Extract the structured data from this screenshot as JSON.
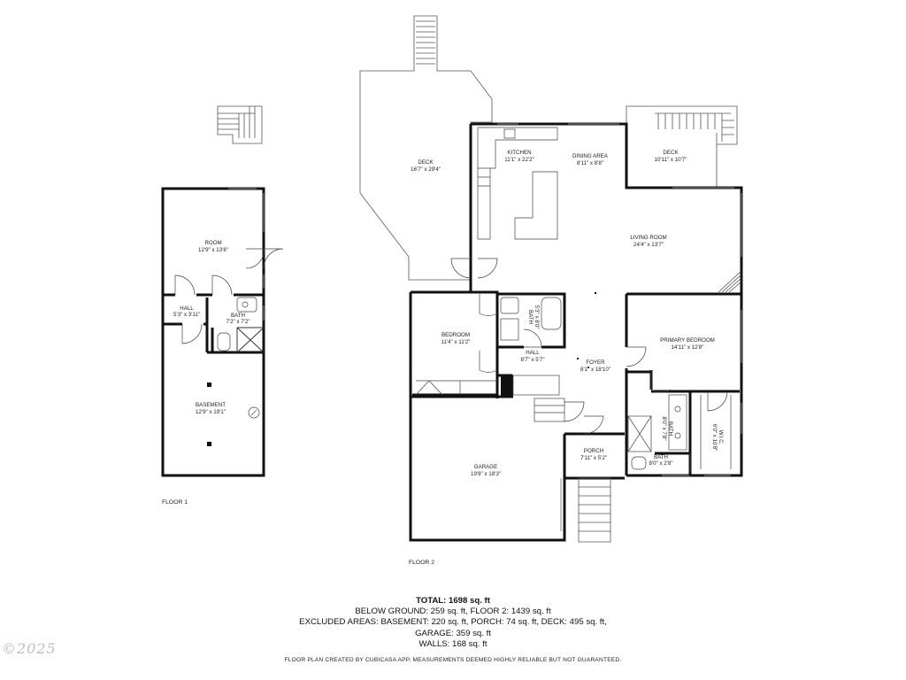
{
  "floors": [
    {
      "label": "FLOOR 1",
      "rooms": [
        {
          "name": "ROOM",
          "dims": "12'9\" x 13'6\""
        },
        {
          "name": "HALL",
          "dims": "5'3\" x 3'11\""
        },
        {
          "name": "BATH",
          "dims": "7'2\" x 7'2\""
        },
        {
          "name": "BASEMENT",
          "dims": "12'9\" x 19'1\""
        }
      ]
    },
    {
      "label": "FLOOR 2",
      "rooms": [
        {
          "name": "DECK",
          "dims": "16'7\" x 29'4\""
        },
        {
          "name": "KITCHEN",
          "dims": "11'1\" x 22'2\""
        },
        {
          "name": "DINING AREA",
          "dims": "8'11\" x 8'8\""
        },
        {
          "name": "DECK",
          "dims": "10'11\" x 10'7\""
        },
        {
          "name": "LIVING ROOM",
          "dims": "24'4\" x 13'7\""
        },
        {
          "name": "BEDROOM",
          "dims": "11'4\" x 11'2\""
        },
        {
          "name": "BATH",
          "dims": "5'3\" x 8'0\""
        },
        {
          "name": "HALL",
          "dims": "8'7\" x 5'7\""
        },
        {
          "name": "FOYER",
          "dims": "8'1\" x 18'10\""
        },
        {
          "name": "PRIMARY BEDROOM",
          "dims": "14'11\" x 12'8\""
        },
        {
          "name": "BATH",
          "dims": "8'0\" x 7'8\""
        },
        {
          "name": "W.I.C.",
          "dims": "6'0\" x 10'8\""
        },
        {
          "name": "BATH",
          "dims": "8'0\" x 2'8\""
        },
        {
          "name": "PORCH",
          "dims": "7'11\" x 5'2\""
        },
        {
          "name": "GARAGE",
          "dims": "19'8\" x 18'3\""
        }
      ]
    }
  ],
  "summary": {
    "total": "TOTAL: 1698 sq. ft",
    "line1": "BELOW GROUND: 259 sq. ft, FLOOR 2: 1439 sq. ft",
    "line2": "EXCLUDED AREAS: BASEMENT: 220 sq. ft, PORCH: 74 sq. ft, DECK: 495 sq. ft,",
    "line3": "GARAGE: 359 sq. ft",
    "line4": "WALLS: 168 sq. ft"
  },
  "disclaimer": "FLOOR PLAN CREATED BY CUBICASA APP. MEASUREMENTS DEEMED HIGHLY RELIABLE BUT NOT GUARANTEED.",
  "watermark": "©2025"
}
